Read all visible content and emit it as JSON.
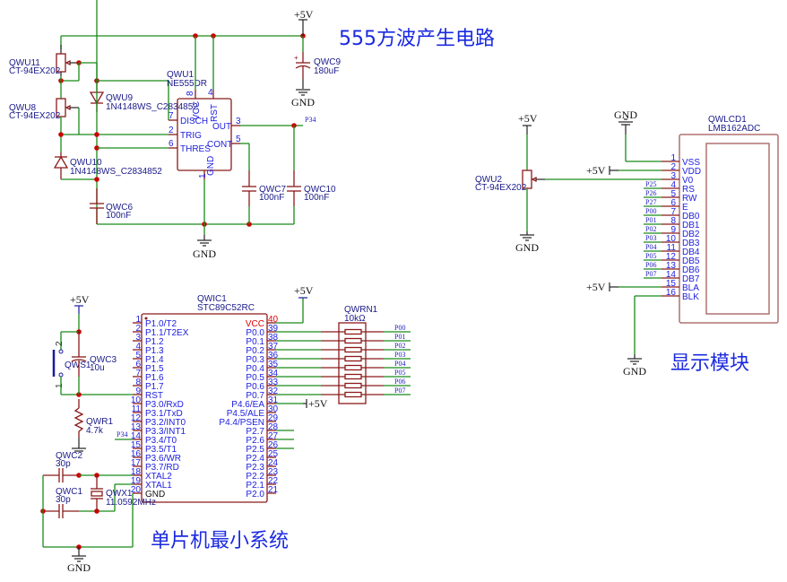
{
  "titles": {
    "timer555": "555方波产生电路",
    "display": "显示模块",
    "mcu": "单片机最小系统"
  },
  "power": {
    "vcc": "+5V",
    "gnd": "GND"
  },
  "timer_section": {
    "pot_top": {
      "ref": "QWU11",
      "value": "CT-94EX202"
    },
    "pot_bottom": {
      "ref": "QWU8",
      "value": "CT-94EX202"
    },
    "diode_top": {
      "ref": "QWU9",
      "value": "1N4148WS_C2834852"
    },
    "diode_bottom": {
      "ref": "QWU10",
      "value": "1N4148WS_C2834852"
    },
    "cap_timing": {
      "ref": "QWC6",
      "value": "100nF"
    },
    "cap_bulk": {
      "ref": "QWC9",
      "value": "180uF"
    },
    "cap_cont": {
      "ref": "QWC7",
      "value": "100nF"
    },
    "cap_out": {
      "ref": "QWC10",
      "value": "100nF"
    },
    "ic": {
      "ref": "QWU1",
      "value": "NE555DR",
      "pins": [
        {
          "num": "8",
          "name": "VCC"
        },
        {
          "num": "4",
          "name": "RST"
        },
        {
          "num": "7",
          "name": "DISCH"
        },
        {
          "num": "2",
          "name": "TRIG"
        },
        {
          "num": "6",
          "name": "THRES"
        },
        {
          "num": "3",
          "name": "OUT"
        },
        {
          "num": "5",
          "name": "CONT"
        },
        {
          "num": "1",
          "name": "GND"
        }
      ]
    },
    "out_net": "P34"
  },
  "display_section": {
    "pot": {
      "ref": "QWU2",
      "value": "CT-94EX202"
    },
    "lcd": {
      "ref": "QWLCD1",
      "value": "LMB162ADC",
      "pins": [
        {
          "num": "1",
          "name": "VSS",
          "net": ""
        },
        {
          "num": "2",
          "name": "VDD",
          "net": ""
        },
        {
          "num": "3",
          "name": "V0",
          "net": ""
        },
        {
          "num": "4",
          "name": "RS",
          "net": "P25"
        },
        {
          "num": "5",
          "name": "RW",
          "net": "P26"
        },
        {
          "num": "6",
          "name": "E",
          "net": "P27"
        },
        {
          "num": "7",
          "name": "DB0",
          "net": "P00"
        },
        {
          "num": "8",
          "name": "DB1",
          "net": "P01"
        },
        {
          "num": "9",
          "name": "DB2",
          "net": "P02"
        },
        {
          "num": "10",
          "name": "DB3",
          "net": "P03"
        },
        {
          "num": "11",
          "name": "DB4",
          "net": "P04"
        },
        {
          "num": "12",
          "name": "DB5",
          "net": "P05"
        },
        {
          "num": "13",
          "name": "DB6",
          "net": "P06"
        },
        {
          "num": "14",
          "name": "DB7",
          "net": "P07"
        },
        {
          "num": "15",
          "name": "BLA",
          "net": ""
        },
        {
          "num": "16",
          "name": "BLK",
          "net": ""
        }
      ]
    }
  },
  "mcu_section": {
    "ic": {
      "ref": "QWIC1",
      "value": "STC89C52RC",
      "left_pins": [
        {
          "num": "1",
          "name": "P1.0/T2"
        },
        {
          "num": "2",
          "name": "P1.1/T2EX"
        },
        {
          "num": "3",
          "name": "P1.2"
        },
        {
          "num": "4",
          "name": "P1.3"
        },
        {
          "num": "5",
          "name": "P1.4"
        },
        {
          "num": "6",
          "name": "P1.5"
        },
        {
          "num": "7",
          "name": "P1.6"
        },
        {
          "num": "8",
          "name": "P1.7"
        },
        {
          "num": "9",
          "name": "RST"
        },
        {
          "num": "10",
          "name": "P3.0/RxD"
        },
        {
          "num": "11",
          "name": "P3.1/TxD"
        },
        {
          "num": "12",
          "name": "P3.2/INT0"
        },
        {
          "num": "13",
          "name": "P3.3/INT1"
        },
        {
          "num": "14",
          "name": "P3.4/T0"
        },
        {
          "num": "15",
          "name": "P3.5/T1"
        },
        {
          "num": "16",
          "name": "P3.6/WR"
        },
        {
          "num": "17",
          "name": "P3.7/RD"
        },
        {
          "num": "18",
          "name": "XTAL2"
        },
        {
          "num": "19",
          "name": "XTAL1"
        },
        {
          "num": "20",
          "name": "GND"
        }
      ],
      "right_pins": [
        {
          "num": "40",
          "name": "VCC"
        },
        {
          "num": "39",
          "name": "P0.0"
        },
        {
          "num": "38",
          "name": "P0.1"
        },
        {
          "num": "37",
          "name": "P0.2"
        },
        {
          "num": "36",
          "name": "P0.3"
        },
        {
          "num": "35",
          "name": "P0.4"
        },
        {
          "num": "34",
          "name": "P0.5"
        },
        {
          "num": "33",
          "name": "P0.6"
        },
        {
          "num": "32",
          "name": "P0.7"
        },
        {
          "num": "31",
          "name": "P4.6/EA"
        },
        {
          "num": "30",
          "name": "P4.5/ALE"
        },
        {
          "num": "29",
          "name": "P4.4/PSEN"
        },
        {
          "num": "28",
          "name": "P2.7"
        },
        {
          "num": "27",
          "name": "P2.6"
        },
        {
          "num": "26",
          "name": "P2.5"
        },
        {
          "num": "25",
          "name": "P2.4"
        },
        {
          "num": "24",
          "name": "P2.3"
        },
        {
          "num": "23",
          "name": "P2.2"
        },
        {
          "num": "22",
          "name": "P2.1"
        },
        {
          "num": "21",
          "name": "P2.0"
        }
      ]
    },
    "switch": {
      "ref": "QWS1",
      "pin_a": "2",
      "pin_b": "1"
    },
    "cap_reset": {
      "ref": "QWC3",
      "value": "10u"
    },
    "res_reset": {
      "ref": "QWR1",
      "value": "4.7k"
    },
    "cap_x2": {
      "ref": "QWC2",
      "value": "30p"
    },
    "cap_x1": {
      "ref": "QWC1",
      "value": "30p"
    },
    "crystal": {
      "ref": "QWX1",
      "value": "11.0592MHz"
    },
    "res_net": {
      "ref": "QWRN1",
      "value": "10kΩ"
    },
    "p34_net": "P34",
    "p0_nets": [
      "P00",
      "P01",
      "P02",
      "P03",
      "P04",
      "P05",
      "P06",
      "P07"
    ]
  }
}
